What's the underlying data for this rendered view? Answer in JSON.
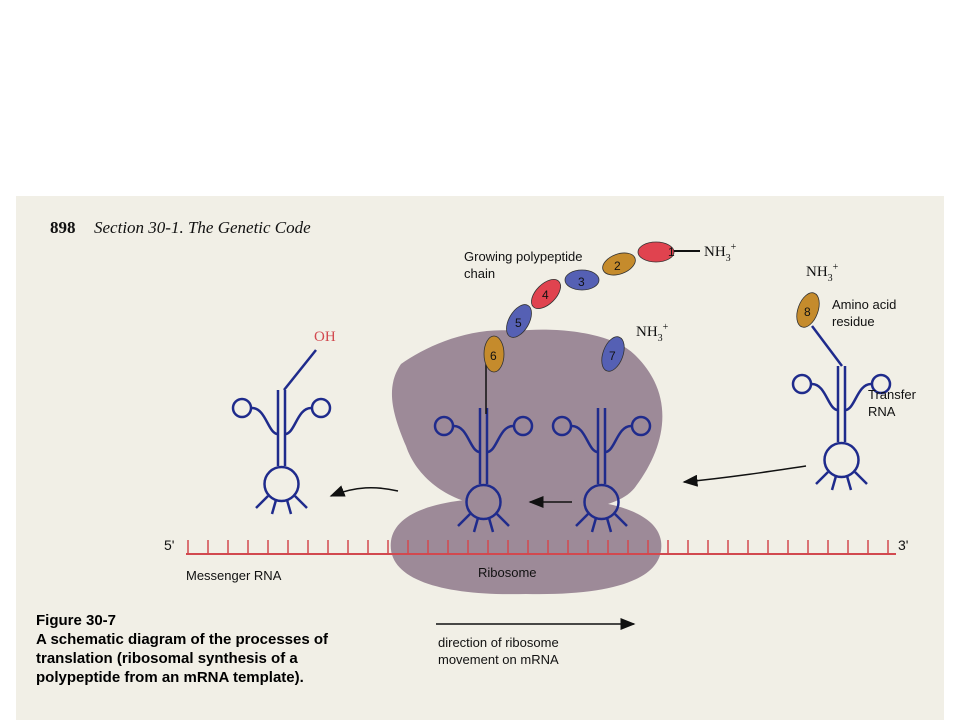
{
  "page": {
    "page_number": "898",
    "section_title": "Section 30-1. The Genetic Code"
  },
  "labels": {
    "growing_polypeptide": "Growing polypeptide chain",
    "amino_acid_residue": "Amino acid residue",
    "transfer_rna": "Transfer RNA",
    "messenger_rna": "Messenger RNA",
    "ribosome": "Ribosome",
    "direction": "direction of ribosome movement on mRNA",
    "five_prime": "5'",
    "three_prime": "3'",
    "oh": "OH",
    "nh3": "NH"
  },
  "beads": [
    "1",
    "2",
    "3",
    "4",
    "5",
    "6",
    "7",
    "8"
  ],
  "figure": {
    "label": "Figure 30-7",
    "caption": "A schematic diagram of the processes of translation (ribosomal synthesis of a polypeptide from an mRNA template)."
  },
  "colors": {
    "trna": "#1f2b8c",
    "ribosome": "#9d8a98",
    "mrna": "#d2494f",
    "bead_red": "#e0434f",
    "bead_orange": "#c58b2c",
    "bead_blue": "#5560b4",
    "oh": "#d2494f"
  }
}
